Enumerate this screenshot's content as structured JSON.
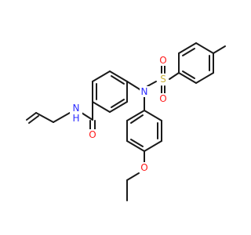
{
  "atoms": {
    "amide_n": {
      "symbol": "N",
      "hydrogen": "H",
      "color": "#2c2cff"
    },
    "amide_o": {
      "symbol": "O",
      "color": "#ff1a1a"
    },
    "sulfonamide_n": {
      "symbol": "N",
      "color": "#2c2cff"
    },
    "sulfonyl_s": {
      "symbol": "S",
      "color": "#c9b13a"
    },
    "sulfonyl_o1": {
      "symbol": "O",
      "color": "#ff1a1a"
    },
    "sulfonyl_o2": {
      "symbol": "O",
      "color": "#ff1a1a"
    },
    "ether_o": {
      "symbol": "O",
      "color": "#ff1a1a"
    }
  },
  "colors": {
    "bond": "#1a1a1a",
    "nitrogen": "#2c2cff",
    "oxygen": "#ff1a1a",
    "sulfur": "#c9b13a",
    "background": "#ffffff"
  }
}
